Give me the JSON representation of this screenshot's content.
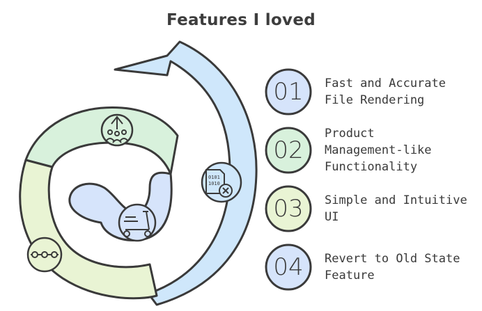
{
  "title": "Features I loved",
  "colors": {
    "blue": "#d6e4fb",
    "green": "#d8f1dc",
    "yellow": "#e9f4d4",
    "outline": "#3a3a3a",
    "arrow": "#cfe7fb"
  },
  "icons": {
    "top_segment": "team-up-arrow-icon",
    "left_segment": "connected-nodes-icon",
    "center": "scooter-icon",
    "arrow": "file-binary-cancel-icon"
  },
  "items": [
    {
      "number": "01",
      "text": "Fast and Accurate\nFile Rendering",
      "color": "#d6e4fb"
    },
    {
      "number": "02",
      "text": "Product\nManagement-like\nFunctionality",
      "color": "#d8f1dc"
    },
    {
      "number": "03",
      "text": "Simple and Intuitive\nUI",
      "color": "#e9f4d4"
    },
    {
      "number": "04",
      "text": "Revert to Old State\nFeature",
      "color": "#d6e4fb"
    }
  ]
}
